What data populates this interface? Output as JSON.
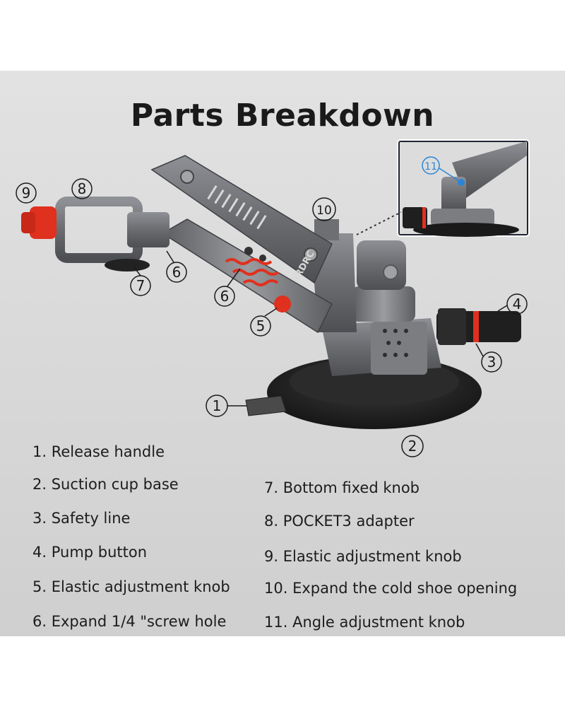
{
  "title": "Parts Breakdown",
  "brand_mark": "BRDRC",
  "callouts": [
    "9",
    "8",
    "10",
    "11",
    "4",
    "7",
    "6",
    "6",
    "5",
    "3",
    "1",
    "2"
  ],
  "parts": [
    "1. Release handle",
    "2. Suction cup base",
    "3. Safety line",
    "4. Pump button",
    "5. Elastic adjustment knob",
    "6. Expand 1/4 \"screw hole",
    "7. Bottom fixed knob",
    "8. POCKET3 adapter",
    "9. Elastic adjustment knob",
    "10. Expand the cold shoe opening",
    "11. Angle adjustment knob"
  ],
  "colors": {
    "accent": "#e0301e",
    "metal": "#6f7175",
    "base": "#2a2a2a"
  }
}
